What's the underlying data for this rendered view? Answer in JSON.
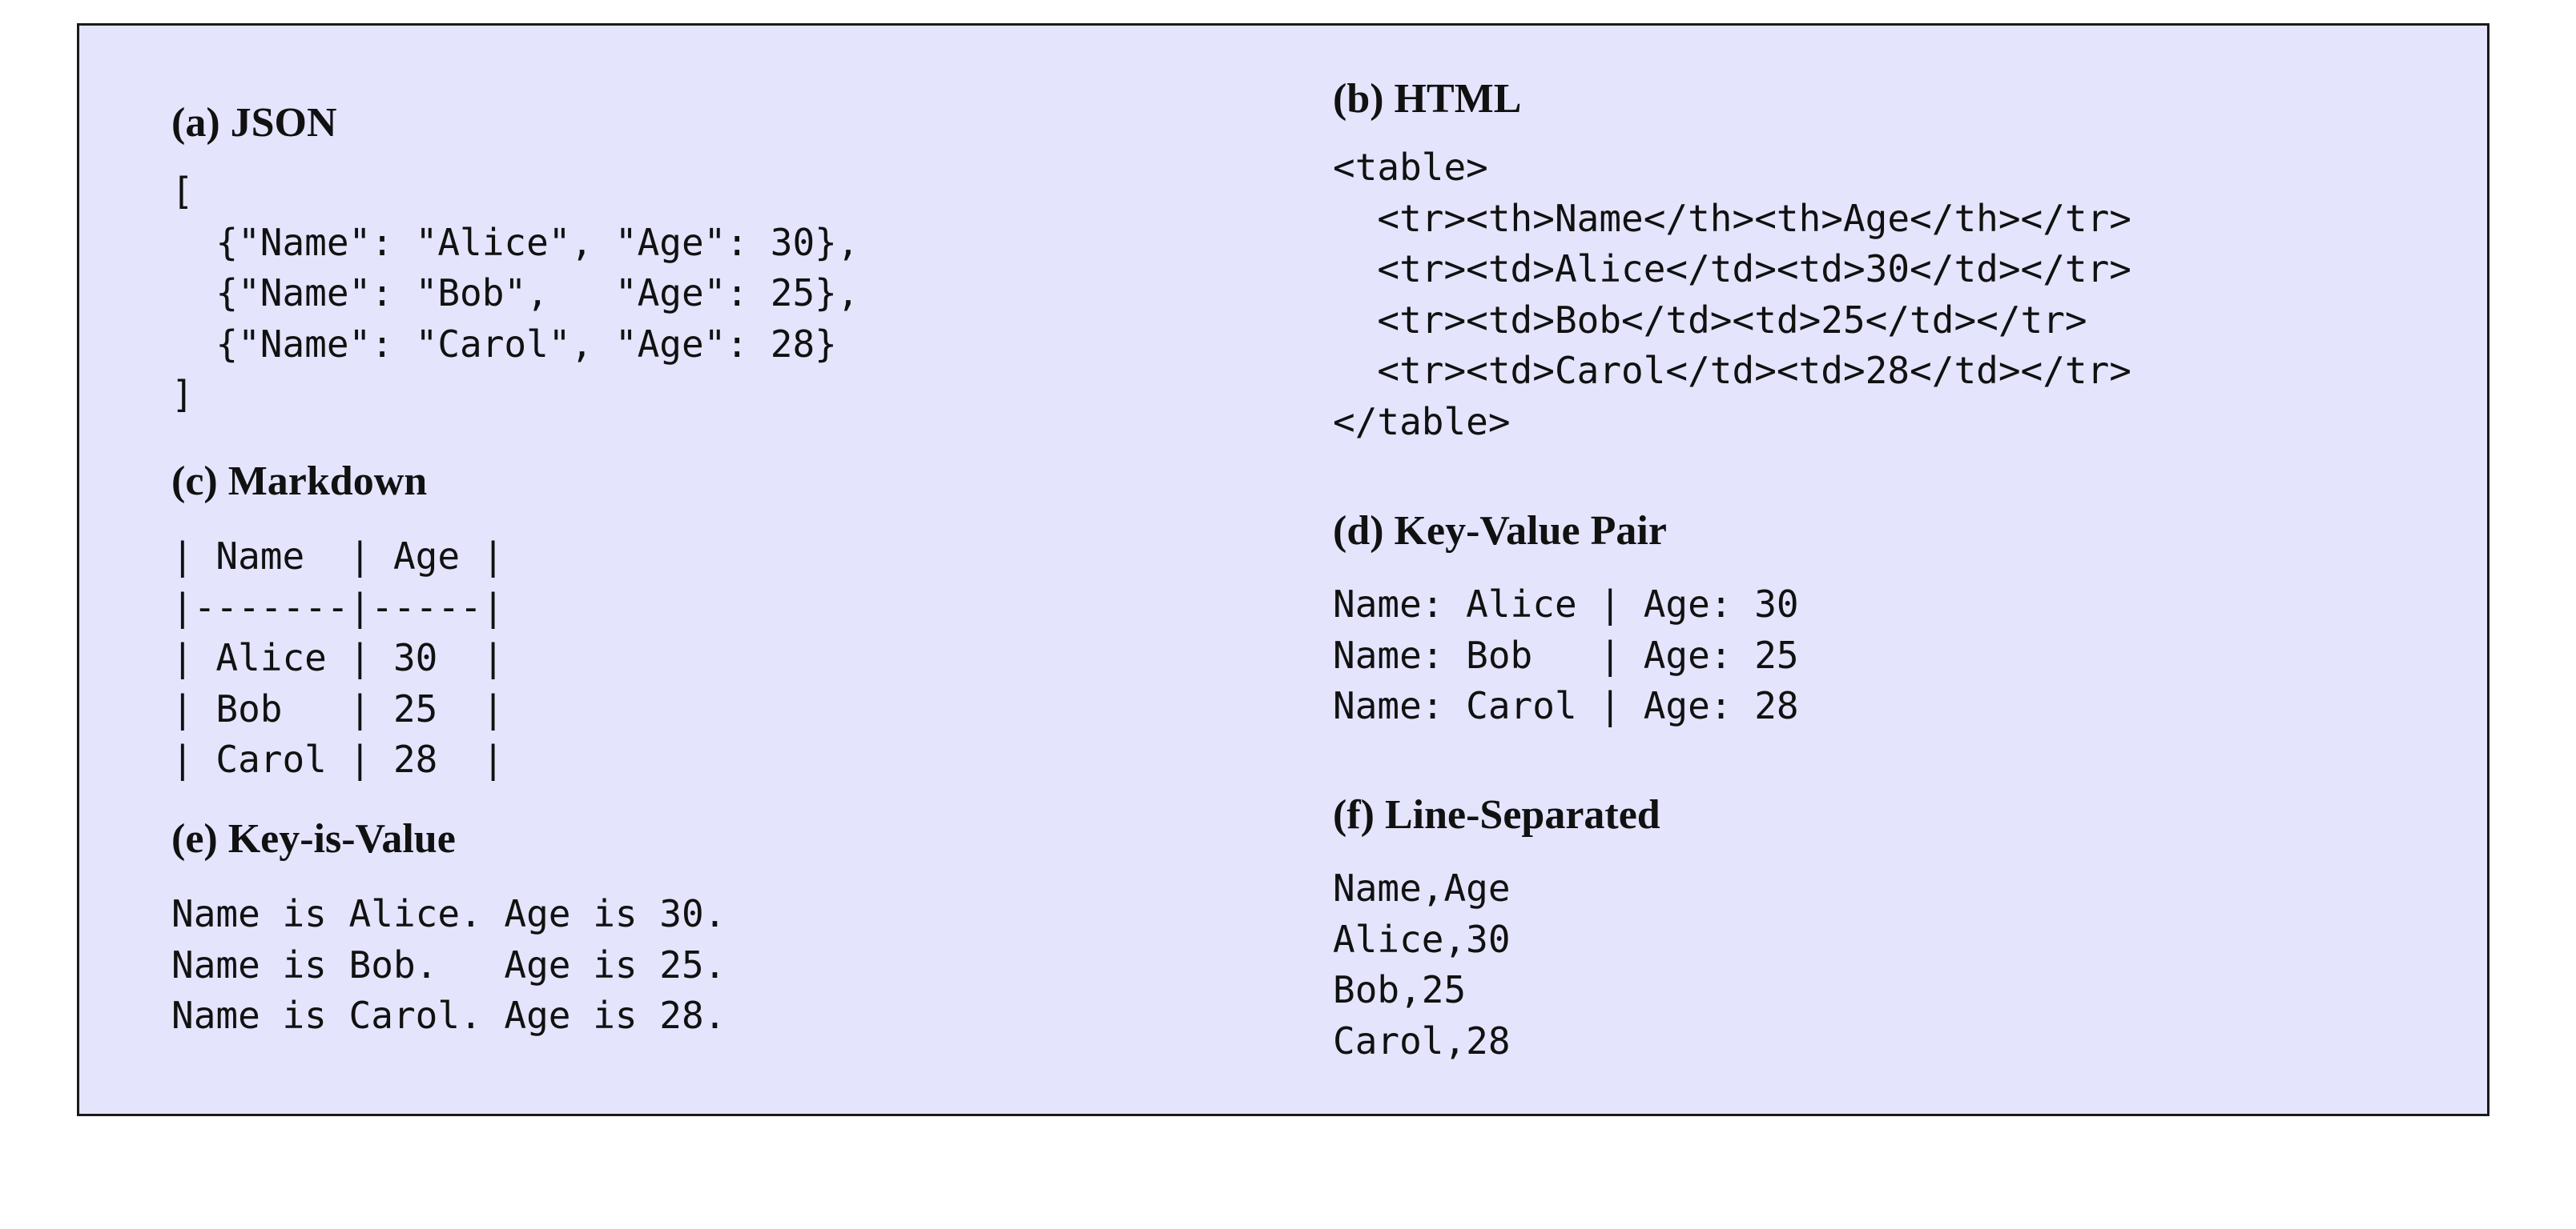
{
  "colors": {
    "panel_background": "#e4e4fc",
    "panel_border": "#1a1a1a",
    "text": "#111111"
  },
  "sections": {
    "json": {
      "label": "(a) JSON",
      "lines": [
        "[",
        "  {\"Name\": \"Alice\", \"Age\": 30},",
        "  {\"Name\": \"Bob\",   \"Age\": 25},",
        "  {\"Name\": \"Carol\", \"Age\": 28}",
        "]"
      ]
    },
    "html": {
      "label": "(b) HTML",
      "lines": [
        "<table>",
        "  <tr><th>Name</th><th>Age</th></tr>",
        "  <tr><td>Alice</td><td>30</td></tr>",
        "  <tr><td>Bob</td><td>25</td></tr>",
        "  <tr><td>Carol</td><td>28</td></tr>",
        "</table>"
      ]
    },
    "markdown": {
      "label": "(c) Markdown",
      "lines": [
        "| Name  | Age |",
        "|-------|-----|",
        "| Alice | 30  |",
        "| Bob   | 25  |",
        "| Carol | 28  |"
      ]
    },
    "key_value": {
      "label": "(d) Key-Value Pair",
      "lines": [
        "Name: Alice | Age: 30",
        "Name: Bob   | Age: 25",
        "Name: Carol | Age: 28"
      ]
    },
    "key_is_value": {
      "label": "(e) Key-is-Value",
      "lines": [
        "Name is Alice. Age is 30.",
        "Name is Bob.   Age is 25.",
        "Name is Carol. Age is 28."
      ]
    },
    "line_separated": {
      "label": "(f) Line-Separated",
      "lines": [
        "Name,Age",
        "Alice,30",
        "Bob,25",
        "Carol,28"
      ]
    }
  }
}
